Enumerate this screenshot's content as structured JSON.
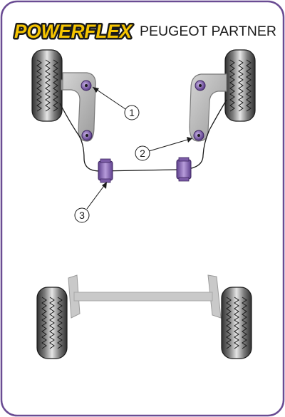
{
  "brand": {
    "logo_text": "POWERFLEX",
    "logo_color": "#F5C400",
    "logo_outline": "#1A1A1A"
  },
  "header": {
    "title": "PEUGEOT PARTNER"
  },
  "callouts": [
    {
      "number": "1"
    },
    {
      "number": "2"
    },
    {
      "number": "3"
    }
  ],
  "colors": {
    "frame_border": "#6A4C93",
    "bush_purple": "#7B5BA6",
    "bush_purple_light": "#A58BCB",
    "arm_grey": "#B5B5B5",
    "arm_outline": "#7A7A7A",
    "tyre_dark": "#3A3A3A",
    "tyre_mid": "#6A6A6A",
    "tyre_light": "#D9D9D9",
    "line_black": "#1A1A1A",
    "beam_grey": "#C9C9C9"
  },
  "icons": {
    "wheel": "tyre-icon",
    "bush": "bush-icon",
    "arm": "control-arm-icon"
  }
}
